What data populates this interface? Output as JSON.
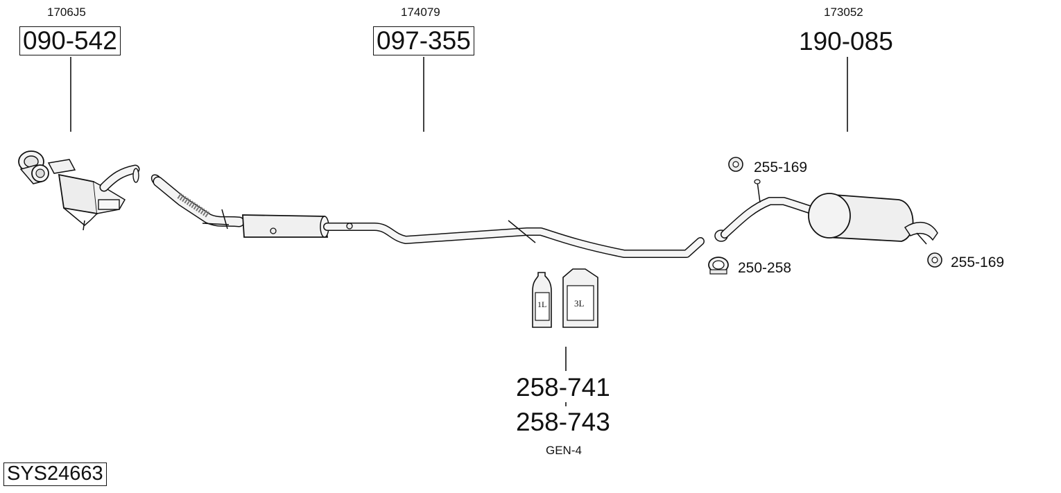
{
  "parts": [
    {
      "ref": "1706J5",
      "part_number": "090-542",
      "boxed": true
    },
    {
      "ref": "174079",
      "part_number": "097-355",
      "boxed": true
    },
    {
      "ref": "173052",
      "part_number": "190-085",
      "boxed": false
    }
  ],
  "accessories": {
    "mount_upper": "255-169",
    "clamp": "250-258",
    "mount_rear": "255-169"
  },
  "additive": {
    "bottle_small_label": "1L",
    "bottle_large_label": "3L",
    "part_numbers": [
      "258-741",
      "258-743"
    ],
    "generation": "GEN-4"
  },
  "system_id": "SYS24663"
}
